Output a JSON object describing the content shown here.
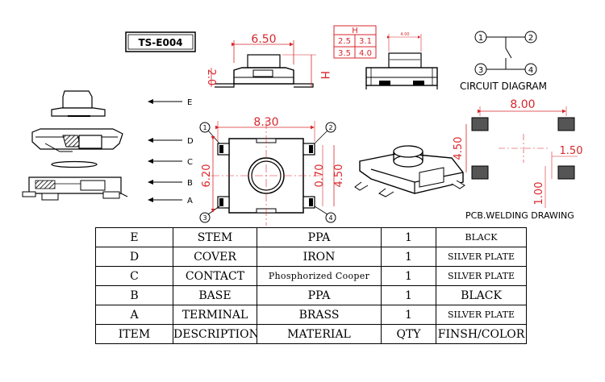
{
  "model": "TS-E004",
  "height_table": {
    "header": "H",
    "rows": [
      [
        "2.5",
        "3.1"
      ],
      [
        "3.5",
        "4.0"
      ]
    ]
  },
  "side_view": {
    "width_dim": "6.50",
    "height_dim": "2.0",
    "h_label": "H"
  },
  "front_view": {
    "small_label": "4.00"
  },
  "circuit": {
    "title": "CIRCUIT DIAGRAM",
    "pins": [
      "1",
      "2",
      "3",
      "4"
    ]
  },
  "top_view": {
    "width_dim": "8.30",
    "height_dim": "6.20",
    "side_dim": "4.50",
    "stem_dim": "0.70",
    "pins": [
      "1",
      "2",
      "3",
      "4"
    ]
  },
  "exploded": {
    "labels": [
      "E",
      "D",
      "C",
      "B",
      "A"
    ]
  },
  "pcb": {
    "title": "PCB.WELDING DRAWING",
    "width_dim": "8.00",
    "height_dim": "4.50",
    "pad_w": "1.50",
    "pad_h": "1.00"
  },
  "bom": {
    "rows": [
      {
        "item": "E",
        "description": "STEM",
        "material": "PPA",
        "qty": "1",
        "finish": "BLACK"
      },
      {
        "item": "D",
        "description": "COVER",
        "material": "IRON",
        "qty": "1",
        "finish": "SILVER PLATE"
      },
      {
        "item": "C",
        "description": "CONTACT",
        "material": "Phosphorized Cooper",
        "qty": "1",
        "finish": "SILVER PLATE"
      },
      {
        "item": "B",
        "description": "BASE",
        "material": "PPA",
        "qty": "1",
        "finish": "BLACK"
      },
      {
        "item": "A",
        "description": "TERMINAL",
        "material": "BRASS",
        "qty": "1",
        "finish": "SILVER PLATE"
      }
    ],
    "header": {
      "item": "ITEM",
      "description": "DESCRIPTION",
      "material": "MATERIAL",
      "qty": "QTY",
      "finish": "FINSH/COLOR"
    }
  },
  "colors": {
    "dimension": "#d8262c",
    "line": "#000000",
    "pad": "#555555"
  }
}
